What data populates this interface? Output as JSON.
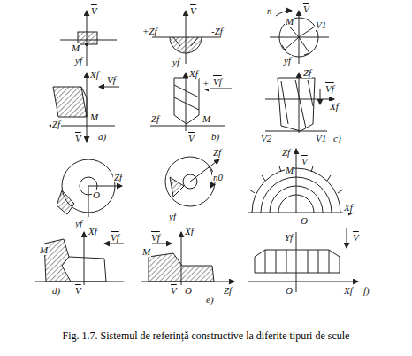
{
  "diagram": {
    "caption": "Fig. 1.7. Sistemul de referință constructive la diferite tipuri de scule",
    "labels": [
      "V",
      "M",
      "yf",
      "Xf",
      "Vf",
      "Zf",
      "M",
      "V",
      "a)",
      "V",
      "+Zf",
      "-Zf",
      "yf",
      "Xf",
      "Vf",
      "+",
      "Zf",
      "V",
      "M",
      "b)",
      "n",
      "V",
      "M",
      "V1",
      "yf",
      "Vf",
      "Zf",
      "Xf",
      "V2",
      "V1",
      "c)",
      "Zf",
      "O",
      "yf",
      "Xf",
      "Vf",
      "M",
      "V",
      "d)",
      "Zf",
      "n0",
      "yf",
      "Xf",
      "Vf",
      "M",
      "V",
      "O",
      "Zf",
      "e)",
      "Zf",
      "V",
      "M",
      "O",
      "Xf",
      "Yf",
      "V",
      "O",
      "Xf",
      "f)"
    ]
  }
}
